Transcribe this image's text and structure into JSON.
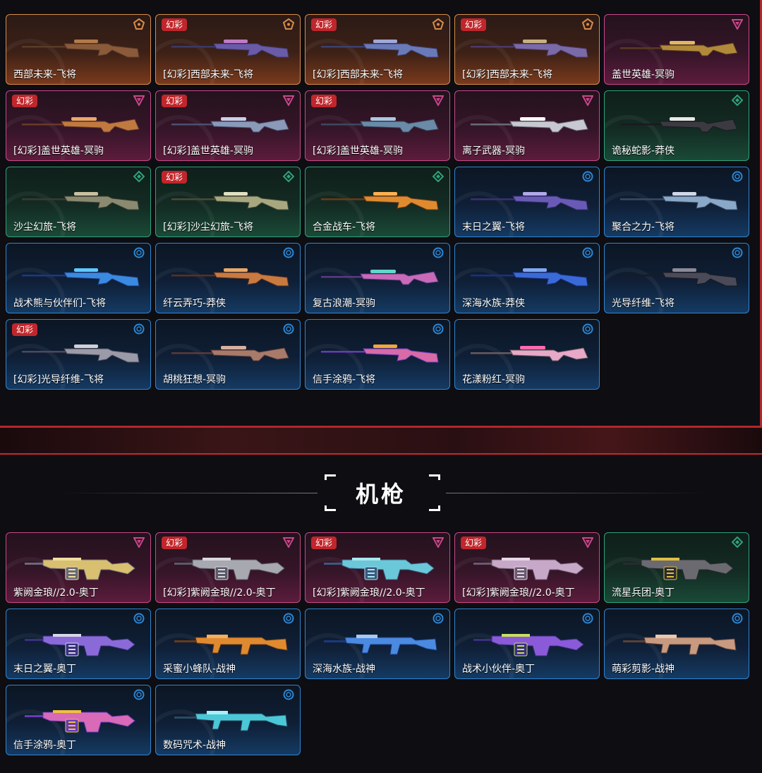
{
  "section": {
    "title": "机枪"
  },
  "badge_label": "幻彩",
  "colors": {
    "orange": "#d88b4a",
    "pink": "#c9478a",
    "green": "#2fa27a",
    "blue": "#2d86d2",
    "badge": "#c0262b"
  },
  "sniper_cards": [
    {
      "name": "西部未来-飞将",
      "rarity": "orange",
      "badge": false,
      "gun": "lever",
      "palette": [
        "#8a5a3a",
        "#5a3a28",
        "#b07a4a"
      ]
    },
    {
      "name": "[幻彩]西部未来-飞将",
      "rarity": "orange",
      "badge": true,
      "gun": "lever",
      "palette": [
        "#6a5aa8",
        "#3a3a6a",
        "#c07ac8"
      ]
    },
    {
      "name": "[幻彩]西部未来-飞将",
      "rarity": "orange",
      "badge": true,
      "gun": "lever",
      "palette": [
        "#6a7ab8",
        "#3a4070",
        "#a0a8d8"
      ]
    },
    {
      "name": "[幻彩]西部未来-飞将",
      "rarity": "orange",
      "badge": true,
      "gun": "lever",
      "palette": [
        "#7a6aa8",
        "#4a3a6a",
        "#c8b080"
      ]
    },
    {
      "name": "盖世英雄-冥驹",
      "rarity": "pink",
      "badge": false,
      "gun": "sniper",
      "palette": [
        "#b08a3a",
        "#5a3a20",
        "#e0b860"
      ]
    },
    {
      "name": "[幻彩]盖世英雄-冥驹",
      "rarity": "pink",
      "badge": true,
      "gun": "sniper",
      "palette": [
        "#c07a40",
        "#6a3a28",
        "#e8a868"
      ]
    },
    {
      "name": "[幻彩]盖世英雄-冥驹",
      "rarity": "pink",
      "badge": true,
      "gun": "sniper",
      "palette": [
        "#8a9ab8",
        "#4a5070",
        "#c8d0e8"
      ]
    },
    {
      "name": "[幻彩]盖世英雄-冥驹",
      "rarity": "pink",
      "badge": true,
      "gun": "sniper",
      "palette": [
        "#6a8aa8",
        "#3a4a60",
        "#a8c8e0"
      ]
    },
    {
      "name": "离子武器-冥驹",
      "rarity": "pink",
      "badge": false,
      "gun": "sniper",
      "palette": [
        "#c8c8d0",
        "#6a6a78",
        "#ffffff"
      ]
    },
    {
      "name": "诡秘蛇影-莽侠",
      "rarity": "green",
      "badge": false,
      "gun": "sniper",
      "palette": [
        "#3a3a40",
        "#1a1a20",
        "#e8e8e8"
      ]
    },
    {
      "name": "沙尘幻旅-飞将",
      "rarity": "green",
      "badge": false,
      "gun": "lever",
      "palette": [
        "#8a8a70",
        "#3a3a30",
        "#c8c0a0"
      ]
    },
    {
      "name": "[幻彩]沙尘幻旅-飞将",
      "rarity": "green",
      "badge": true,
      "gun": "lever",
      "palette": [
        "#a8a880",
        "#4a4a38",
        "#e0e0c0"
      ]
    },
    {
      "name": "合金战车-飞将",
      "rarity": "green",
      "badge": false,
      "gun": "lever",
      "palette": [
        "#e08a30",
        "#6a3a18",
        "#ffb050"
      ]
    },
    {
      "name": "末日之翼-飞将",
      "rarity": "blue",
      "badge": false,
      "gun": "lever",
      "palette": [
        "#6a5ab8",
        "#3a3070",
        "#b0a8e8"
      ]
    },
    {
      "name": "聚合之力-飞将",
      "rarity": "blue",
      "badge": false,
      "gun": "lever",
      "palette": [
        "#8aa8c8",
        "#3a4a60",
        "#d0d8e8"
      ]
    },
    {
      "name": "战术熊与伙伴们-飞将",
      "rarity": "blue",
      "badge": false,
      "gun": "lever",
      "palette": [
        "#3a8ae0",
        "#1a3a80",
        "#60c8ff"
      ]
    },
    {
      "name": "纤云弄巧-莽侠",
      "rarity": "blue",
      "badge": false,
      "gun": "lever",
      "palette": [
        "#c87a40",
        "#5a3020",
        "#e8a868"
      ]
    },
    {
      "name": "复古浪潮-冥驹",
      "rarity": "blue",
      "badge": false,
      "gun": "sniper",
      "palette": [
        "#c86ab8",
        "#5a3a80",
        "#60d8c8"
      ]
    },
    {
      "name": "深海水族-莽侠",
      "rarity": "blue",
      "badge": false,
      "gun": "lever",
      "palette": [
        "#3a6ad8",
        "#1a3080",
        "#80a8f0"
      ]
    },
    {
      "name": "光导纤维-飞将",
      "rarity": "blue",
      "badge": false,
      "gun": "lever",
      "palette": [
        "#4a4a58",
        "#1a1a20",
        "#8a8a98"
      ]
    },
    {
      "name": "[幻彩]光导纤维-飞将",
      "rarity": "blue",
      "badge": true,
      "gun": "lever",
      "palette": [
        "#9a9aa8",
        "#4a4a58",
        "#d0d0d8"
      ]
    },
    {
      "name": "胡桃狂想-冥驹",
      "rarity": "blue",
      "badge": false,
      "gun": "sniper",
      "palette": [
        "#a87a6a",
        "#5a3a38",
        "#d8b0a0"
      ]
    },
    {
      "name": "信手涂鸦-飞将",
      "rarity": "blue",
      "badge": false,
      "gun": "lever",
      "palette": [
        "#d86aa8",
        "#6a3ab8",
        "#f0a838"
      ]
    },
    {
      "name": "花漾粉红-冥驹",
      "rarity": "blue",
      "badge": false,
      "gun": "sniper",
      "palette": [
        "#e8a8c8",
        "#6a5a60",
        "#ff6ab0"
      ]
    }
  ],
  "mg_cards": [
    {
      "name": "紫阙金琅//2.0-奥丁",
      "rarity": "pink",
      "badge": false,
      "gun": "mg",
      "palette": [
        "#d8c070",
        "#6a6a78",
        "#f0e0a0"
      ]
    },
    {
      "name": "[幻彩]紫阙金琅//2.0-奥丁",
      "rarity": "pink",
      "badge": true,
      "gun": "mg",
      "palette": [
        "#a8a8b0",
        "#5a5a68",
        "#d8d8e0"
      ]
    },
    {
      "name": "[幻彩]紫阙金琅//2.0-奥丁",
      "rarity": "pink",
      "badge": true,
      "gun": "mg",
      "palette": [
        "#6ac8d8",
        "#3a5a80",
        "#a8e8f0"
      ]
    },
    {
      "name": "[幻彩]紫阙金琅//2.0-奥丁",
      "rarity": "pink",
      "badge": true,
      "gun": "mg",
      "palette": [
        "#c8a8c8",
        "#6a5a70",
        "#e8d8e8"
      ]
    },
    {
      "name": "流星兵团-奥丁",
      "rarity": "green",
      "badge": false,
      "gun": "mg",
      "palette": [
        "#6a6a70",
        "#2a2a30",
        "#e0c040"
      ]
    },
    {
      "name": "末日之翼-奥丁",
      "rarity": "blue",
      "badge": false,
      "gun": "mg",
      "palette": [
        "#8a6ad8",
        "#3a3080",
        "#d8d8e8"
      ]
    },
    {
      "name": "采蜜小蜂队-战神",
      "rarity": "blue",
      "badge": false,
      "gun": "rifle",
      "palette": [
        "#e08a30",
        "#6a3a18",
        "#f0b060"
      ]
    },
    {
      "name": "深海水族-战神",
      "rarity": "blue",
      "badge": false,
      "gun": "rifle",
      "palette": [
        "#4a8ae0",
        "#1a3a80",
        "#a8c8f0"
      ]
    },
    {
      "name": "战术小伙伴-奥丁",
      "rarity": "blue",
      "badge": false,
      "gun": "mg",
      "palette": [
        "#8a5ad8",
        "#3a3080",
        "#c8e060"
      ]
    },
    {
      "name": "萌彩剪影-战神",
      "rarity": "blue",
      "badge": false,
      "gun": "rifle",
      "palette": [
        "#c89a80",
        "#5a4038",
        "#e8c8b0"
      ]
    },
    {
      "name": "信手涂鸦-奥丁",
      "rarity": "blue",
      "badge": false,
      "gun": "mg",
      "palette": [
        "#d86ab8",
        "#6a3ab8",
        "#f0c040"
      ]
    },
    {
      "name": "数码咒术-战神",
      "rarity": "blue",
      "badge": false,
      "gun": "rifle",
      "palette": [
        "#4ac8d8",
        "#2a4a60",
        "#a8f0f8"
      ]
    }
  ]
}
